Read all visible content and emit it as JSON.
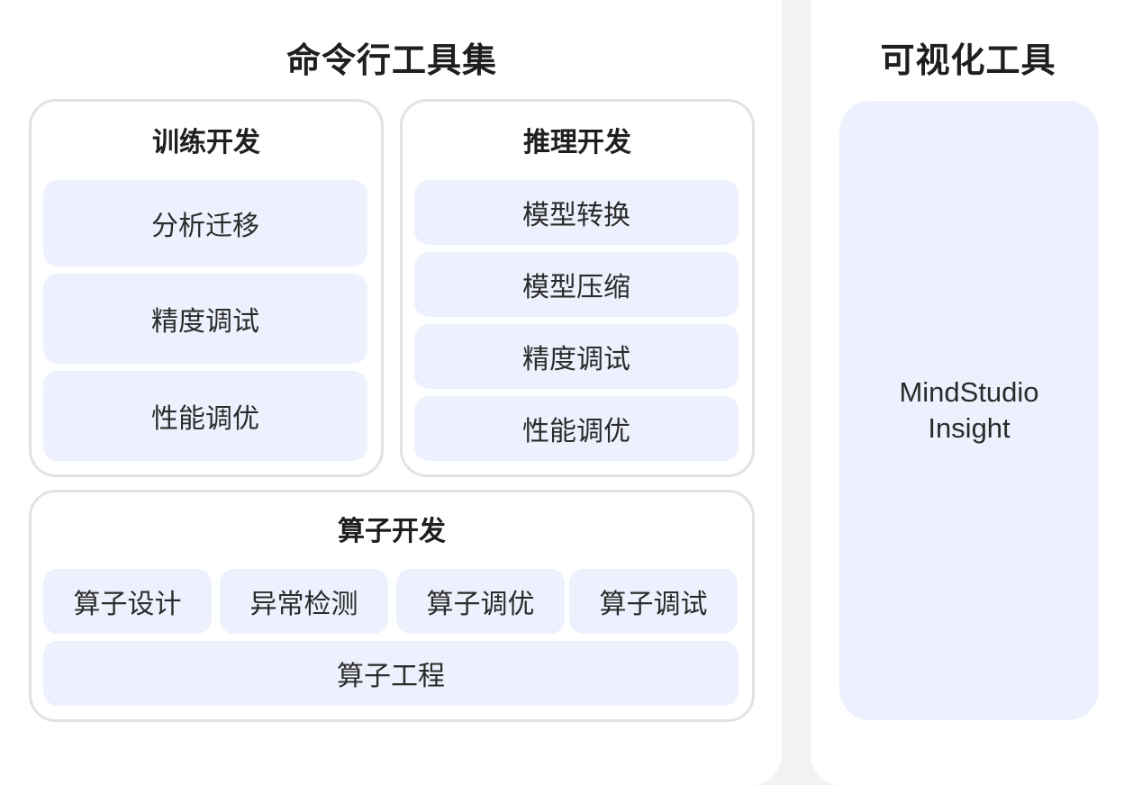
{
  "cli": {
    "title": "命令行工具集",
    "training": {
      "title": "训练开发",
      "items": [
        "分析迁移",
        "精度调试",
        "性能调优"
      ]
    },
    "inference": {
      "title": "推理开发",
      "items": [
        "模型转换",
        "模型压缩",
        "精度调试",
        "性能调优"
      ]
    },
    "operator": {
      "title": "算子开发",
      "items": [
        "算子设计",
        "异常检测",
        "算子调优",
        "算子调试"
      ],
      "engineering": "算子工程"
    }
  },
  "visual": {
    "title": "可视化工具",
    "tool": "MindStudio Insight"
  }
}
